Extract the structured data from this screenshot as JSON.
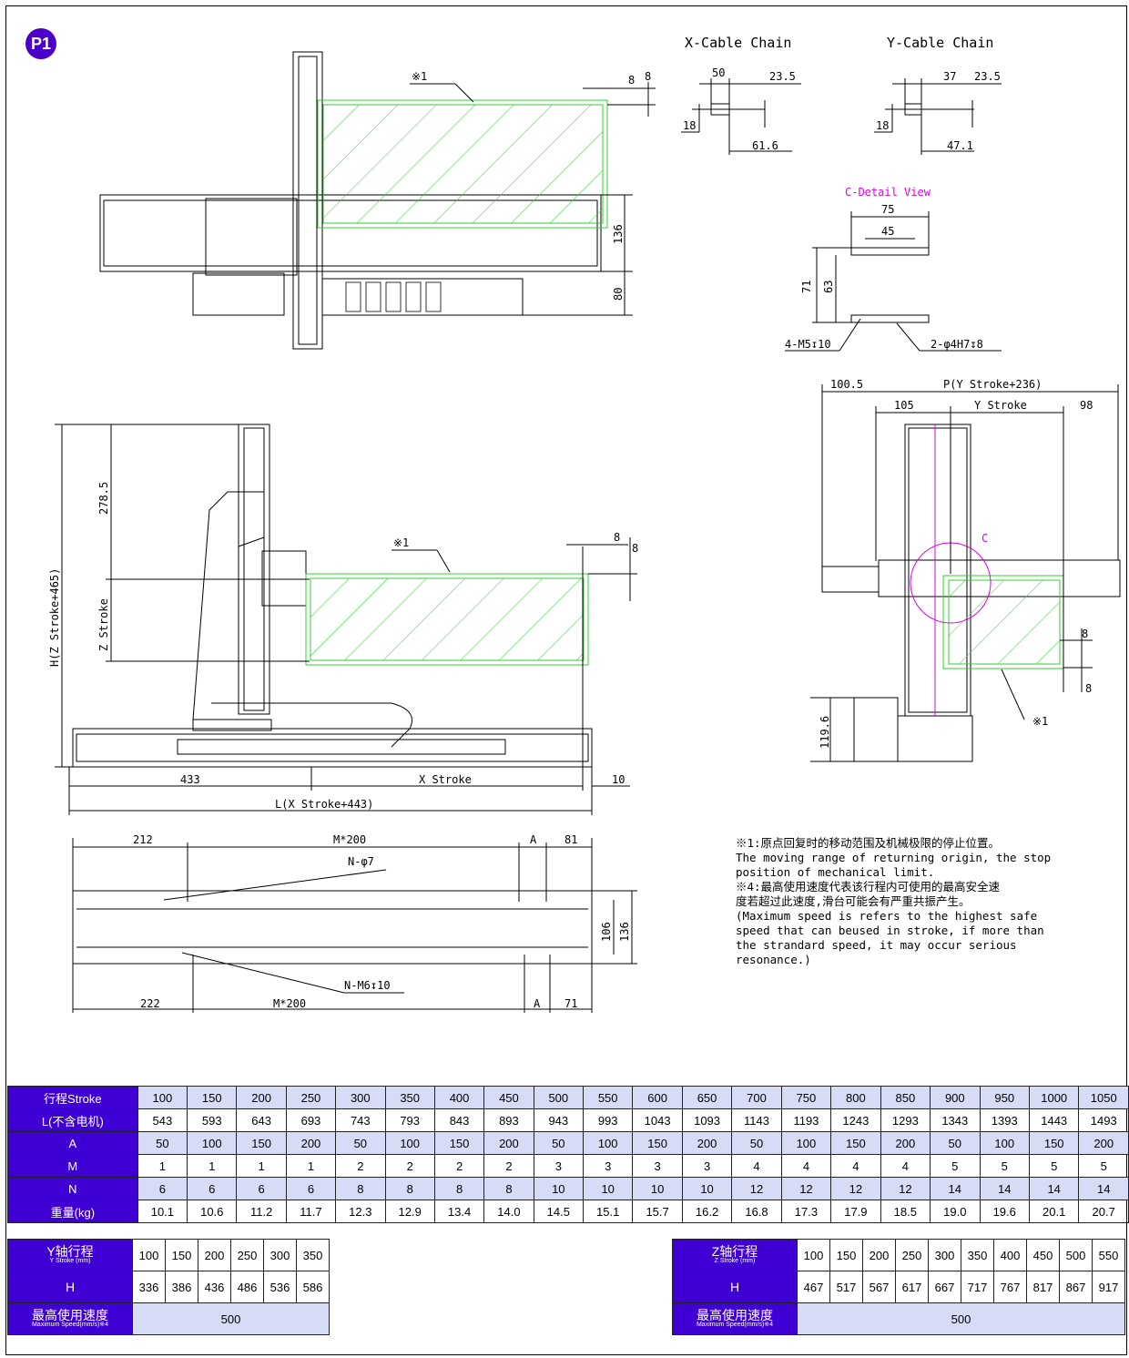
{
  "badge": "P1",
  "cable": {
    "x_title": "X-Cable Chain",
    "y_title": "Y-Cable Chain",
    "x_dims": [
      "50",
      "23.5",
      "18",
      "61.6"
    ],
    "y_dims": [
      "37",
      "23.5",
      "18",
      "47.1"
    ]
  },
  "detail": {
    "title": "C-Detail View",
    "dims": [
      "75",
      "45",
      "71",
      "63"
    ],
    "holes_a": "4-M5↧10",
    "holes_b": "2-φ4H7↧8"
  },
  "top_view": {
    "note": "※1",
    "dims": [
      "8",
      "8",
      "136",
      "80"
    ]
  },
  "side_view": {
    "note": "※1",
    "dims": [
      "278.5",
      "Z Stroke",
      "H(Z Stroke+465)",
      "8",
      "8",
      "433",
      "X Stroke",
      "10",
      "L(X Stroke+443)"
    ]
  },
  "base_view": {
    "dims": [
      "212",
      "M*200",
      "A",
      "81",
      "N-φ7",
      "106",
      "136",
      "N-M6↧10",
      "222",
      "M*200",
      "A",
      "71"
    ]
  },
  "right_view": {
    "dims": [
      "100.5",
      "P(Y Stroke+236)",
      "105",
      "Y Stroke",
      "98",
      "C",
      "8",
      "8",
      "119.6",
      "※1"
    ]
  },
  "notes": [
    "※1:原点回复时的移动范围及机械极限的停止位置。",
    "The moving range of returning origin, the stop",
    "position of mechanical limit.",
    "※4:最高使用速度代表该行程内可使用的最高安全速",
    "度若超过此速度,滑台可能会有严重共振产生。",
    "(Maximum speed is refers to the highest safe",
    "speed that can beused in stroke, if more than",
    "the strandard speed, it may occur serious",
    "resonance.)"
  ],
  "main_table": {
    "rows": [
      {
        "label": "行程Stroke",
        "values": [
          "100",
          "150",
          "200",
          "250",
          "300",
          "350",
          "400",
          "450",
          "500",
          "550",
          "600",
          "650",
          "700",
          "750",
          "800",
          "850",
          "900",
          "950",
          "1000",
          "1050"
        ]
      },
      {
        "label": "L(不含电机)",
        "values": [
          "543",
          "593",
          "643",
          "693",
          "743",
          "793",
          "843",
          "893",
          "943",
          "993",
          "1043",
          "1093",
          "1143",
          "1193",
          "1243",
          "1293",
          "1343",
          "1393",
          "1443",
          "1493"
        ]
      },
      {
        "label": "A",
        "values": [
          "50",
          "100",
          "150",
          "200",
          "50",
          "100",
          "150",
          "200",
          "50",
          "100",
          "150",
          "200",
          "50",
          "100",
          "150",
          "200",
          "50",
          "100",
          "150",
          "200"
        ]
      },
      {
        "label": "M",
        "values": [
          "1",
          "1",
          "1",
          "1",
          "2",
          "2",
          "2",
          "2",
          "3",
          "3",
          "3",
          "3",
          "4",
          "4",
          "4",
          "4",
          "5",
          "5",
          "5",
          "5"
        ]
      },
      {
        "label": "N",
        "values": [
          "6",
          "6",
          "6",
          "6",
          "8",
          "8",
          "8",
          "8",
          "10",
          "10",
          "10",
          "10",
          "12",
          "12",
          "12",
          "12",
          "14",
          "14",
          "14",
          "14"
        ]
      },
      {
        "label": "重量(kg)",
        "values": [
          "10.1",
          "10.6",
          "11.2",
          "11.7",
          "12.3",
          "12.9",
          "13.4",
          "14.0",
          "14.5",
          "15.1",
          "15.7",
          "16.2",
          "16.8",
          "17.3",
          "17.9",
          "18.5",
          "19.0",
          "19.6",
          "20.1",
          "20.7"
        ]
      }
    ]
  },
  "y_table": {
    "label": "Y轴行程",
    "sub": "Y Stroke (mm)",
    "values": [
      "100",
      "150",
      "200",
      "250",
      "300",
      "350"
    ],
    "h_label": "H",
    "h_values": [
      "336",
      "386",
      "436",
      "486",
      "536",
      "586"
    ],
    "speed_label": "最高使用速度",
    "speed_sub": "Maximum Speed(mm/s)※4",
    "speed": "500"
  },
  "z_table": {
    "label": "Z轴行程",
    "sub": "Z Stroke (mm)",
    "values": [
      "100",
      "150",
      "200",
      "250",
      "300",
      "350",
      "400",
      "450",
      "500",
      "550"
    ],
    "h_label": "H",
    "h_values": [
      "467",
      "517",
      "567",
      "617",
      "667",
      "717",
      "767",
      "817",
      "867",
      "917"
    ],
    "speed_label": "最高使用速度",
    "speed_sub": "Maximum Speed(mm/s)※4",
    "speed": "500"
  }
}
